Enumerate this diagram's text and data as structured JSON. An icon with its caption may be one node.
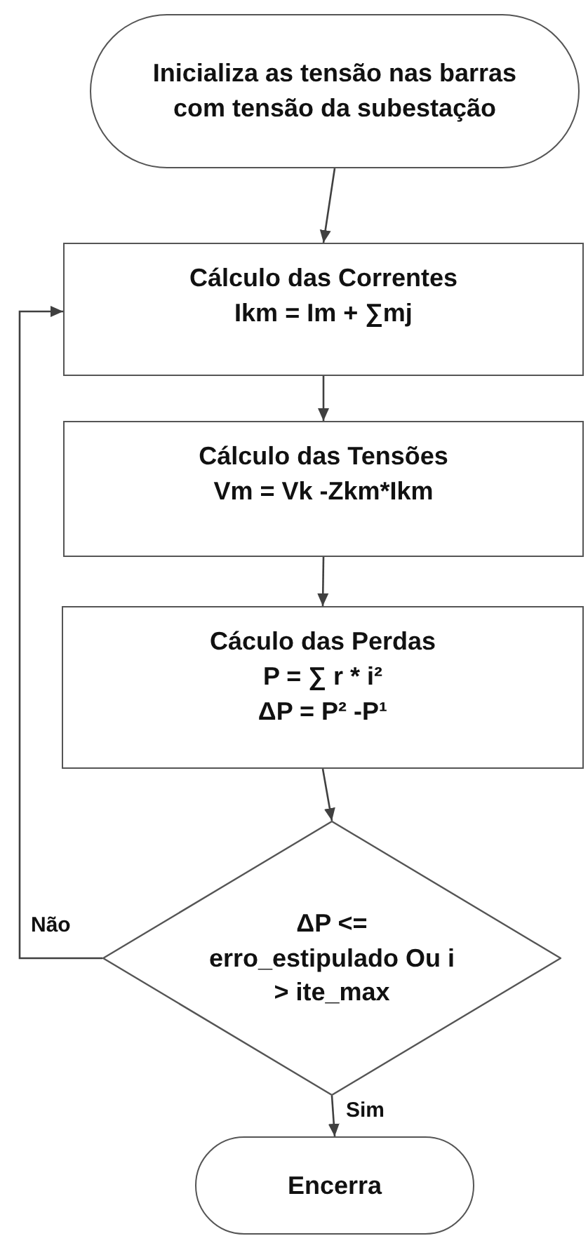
{
  "diagram": {
    "nodes": [
      {
        "text": [
          "Inicializa as tensão nas barras com tensão da subestação"
        ]
      },
      {
        "text": [
          "Cálculo das Correntes",
          "Ikm = Im + ∑mj"
        ]
      },
      {
        "text": [
          "Cálculo das Tensões",
          "Vm = Vk -Zkm*Ikm"
        ]
      },
      {
        "text": [
          "Cáculo das Perdas",
          "P = ∑ r * i²",
          "ΔP = P² -P¹"
        ]
      },
      {
        "text": [
          "ΔP <= erro_estipulado Ou i > ite_max"
        ]
      },
      {
        "text": [
          "Encerra"
        ]
      }
    ],
    "edges": [
      {
        "from": 0,
        "to": 1,
        "arrow": "to"
      },
      {
        "from": 1,
        "to": 2,
        "arrow": "to"
      },
      {
        "from": 2,
        "to": 3,
        "arrow": "to"
      },
      {
        "from": 3,
        "to": 4,
        "arrow": "to"
      },
      {
        "from": 4,
        "to": 1,
        "arrow": "to",
        "label": "Não"
      },
      {
        "from": 4,
        "to": 5,
        "arrow": "to",
        "label": "Sim"
      }
    ]
  }
}
